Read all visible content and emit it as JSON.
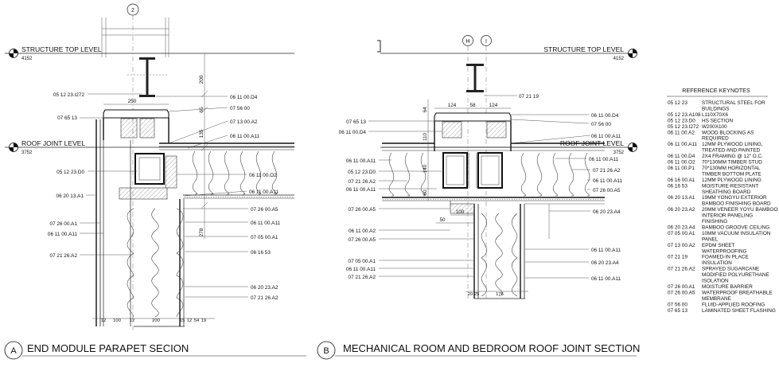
{
  "left_section": {
    "grid_bubble": "2",
    "level_top": {
      "name": "STRUCTURE TOP LEVEL",
      "value": "4152"
    },
    "level_joint": {
      "name": "ROOF JOINT LEVEL",
      "value": "3752"
    },
    "left_labels": [
      "05 12 23.I272",
      "07 65 13",
      "05 12 23.D0",
      "06 20 13.A1",
      "07 26 00.A1",
      "06 11 00.A11",
      "07 21 26.A2"
    ],
    "right_labels": [
      "06 11 00.D4",
      "07 56 00",
      "07 13 00.A2",
      "06 11 00.A11",
      "06 11 00.O2",
      "06 11 00.A11",
      "07 26 00.A5",
      "06 11 00.A11",
      "07 05 00.A1",
      "06 16 53",
      "06 20 23.A2",
      "07 21 26.A2"
    ],
    "dims_vertical": [
      "200",
      "65",
      "135",
      "278"
    ],
    "dim_top": "250",
    "dims_bottom": [
      "12",
      "100",
      "12",
      "200",
      "15",
      "12",
      "54",
      "19"
    ],
    "title_letter": "A",
    "title": "END MODULE PARAPET SECION"
  },
  "right_section": {
    "grid_bubbles": [
      "H",
      "I"
    ],
    "level_top": {
      "name": "STRUCTURE TOP LEVEL",
      "value": "4152"
    },
    "level_joint": {
      "name": "ROOF JOINT LEVEL",
      "value": "3752"
    },
    "left_labels": [
      "07 65 13",
      "06 11 00.D4",
      "06 11 00.A11",
      "05 12 23.D0",
      "07 21 26.A2",
      "06 11 00.A11",
      "07 26 00.A5",
      "06 11 00.A2",
      "07 26 00.A5",
      "07 05 00.A1",
      "06 11 00.A11",
      "07 21 26.A2"
    ],
    "right_labels": [
      "07 21 19",
      "06 11 00.D4",
      "07 56 00",
      "06 11 00.A11",
      "06 11 00.A11",
      "07 21 26.A2",
      "06 11 00.A11",
      "07 26 00.A5",
      "06 20 23.A4",
      "06 11 00.A11",
      "06 20 23.A4",
      "06 11 00.A11"
    ],
    "dims_top": [
      "124",
      "58",
      "124"
    ],
    "dims_vertical": [
      "64",
      "110",
      "140",
      "60"
    ],
    "dims_mid": [
      "50",
      "100"
    ],
    "dims_bottom": [
      "20",
      "25",
      "176"
    ],
    "title_letter": "B",
    "title": "MECHANICAL ROOM AND BEDROOM ROOF JOINT SECTION"
  },
  "keynotes": {
    "title": "REFERENCE KEYNOTES",
    "items": [
      {
        "code": "05 12 23",
        "desc": [
          "STRUCTURAL STEEL FOR",
          "BUILDINGS"
        ]
      },
      {
        "code": "05 12 23.A108",
        "desc": [
          "L110X70X6"
        ]
      },
      {
        "code": "05 12 23.D0",
        "desc": [
          "HS SECTION"
        ]
      },
      {
        "code": "05 12 23.I272",
        "desc": [
          "W200X100"
        ]
      },
      {
        "code": "06 11 00.A2",
        "desc": [
          "WOOD BLOCKING AS",
          "REQUIRED"
        ]
      },
      {
        "code": "06 11 00.A11",
        "desc": [
          "12MM PLYWOOD LINING,",
          "TREATED AND PAINTED"
        ]
      },
      {
        "code": "06 11 00.D4",
        "desc": [
          "2X4 FRAMING @ 12\" O.C."
        ]
      },
      {
        "code": "06 11 00.O2",
        "desc": [
          "70*130MM TIMBER STUD"
        ]
      },
      {
        "code": "06 11 00.P1",
        "desc": [
          "70*130MM HORIZONTAL",
          "TIMBER BOTTOM PLATE"
        ]
      },
      {
        "code": "06 16 00.A1",
        "desc": [
          "12MM PLYWOOD LINING"
        ]
      },
      {
        "code": "06 16 53",
        "desc": [
          "MOISTURE-RESISTANT",
          "SHEATHING BOARD"
        ]
      },
      {
        "code": "06 20 13.A1",
        "desc": [
          "19MM YONGYU EXTERIOR",
          "BAMBOO FINISHING BOARD"
        ]
      },
      {
        "code": "06 20 23.A2",
        "desc": [
          "20MM VENEER YOYU BAMBOO",
          "INTERIOR PANELING",
          "FINISHING"
        ]
      },
      {
        "code": "06 20 23.A4",
        "desc": [
          "BAMBOO GROOVE CEILING"
        ]
      },
      {
        "code": "07 05 00.A1",
        "desc": [
          "10MM VACUUM INSULATION",
          "PANEL"
        ]
      },
      {
        "code": "07 13 00.A2",
        "desc": [
          "EPDM SHEET",
          "WATERPROOFING"
        ]
      },
      {
        "code": "07 21 19",
        "desc": [
          "FOAMED-IN PLACE",
          "INSULATION"
        ]
      },
      {
        "code": "07 21 26.A2",
        "desc": [
          "SPRAYED SUGARCANE",
          "MODIFIED POLYURETHANE",
          "ISOLATION"
        ]
      },
      {
        "code": "07 26 00.A1",
        "desc": [
          "MOISTURE BARRIER"
        ]
      },
      {
        "code": "07 26 00.A5",
        "desc": [
          "WATERPROOF BREATHABLE",
          "MEMBRANE"
        ]
      },
      {
        "code": "07 56 00",
        "desc": [
          "FLUID-APPLIED ROOFING"
        ]
      },
      {
        "code": "07 65 13",
        "desc": [
          "LAMINATED SHEET FLASHING"
        ]
      }
    ]
  }
}
